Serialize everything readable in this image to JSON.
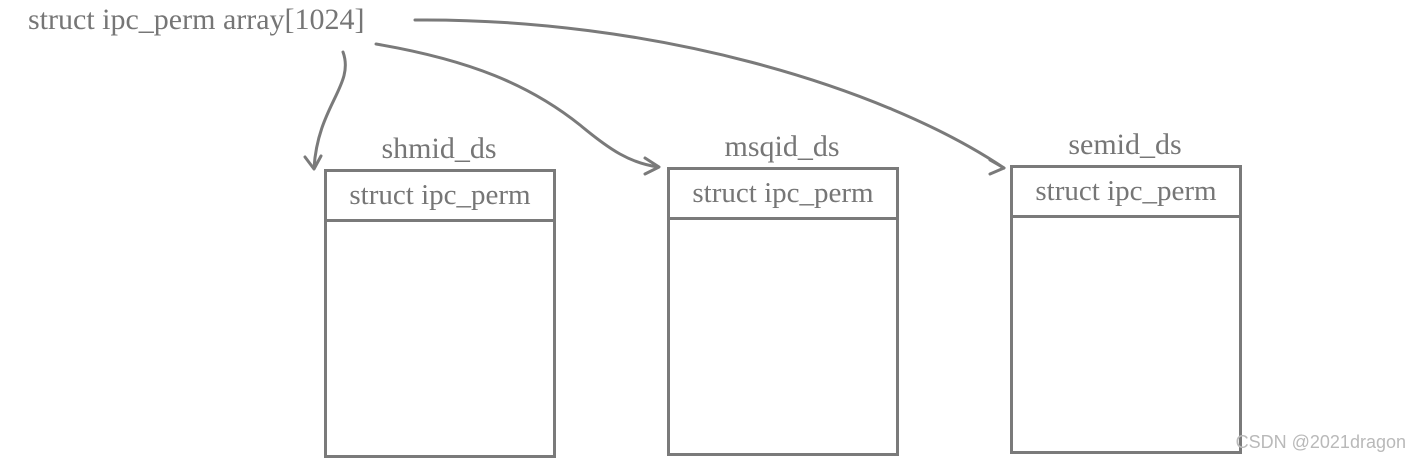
{
  "source": {
    "label": "struct ipc_perm array[1024]"
  },
  "structs": [
    {
      "title": "shmid_ds",
      "field": "struct ipc_perm"
    },
    {
      "title": "msqid_ds",
      "field": "struct ipc_perm"
    },
    {
      "title": "semid_ds",
      "field": "struct ipc_perm"
    }
  ],
  "watermark": "CSDN @2021dragon",
  "colors": {
    "stroke": "#7a7a7a",
    "text": "#767676",
    "watermark": "#b9b9b9"
  }
}
